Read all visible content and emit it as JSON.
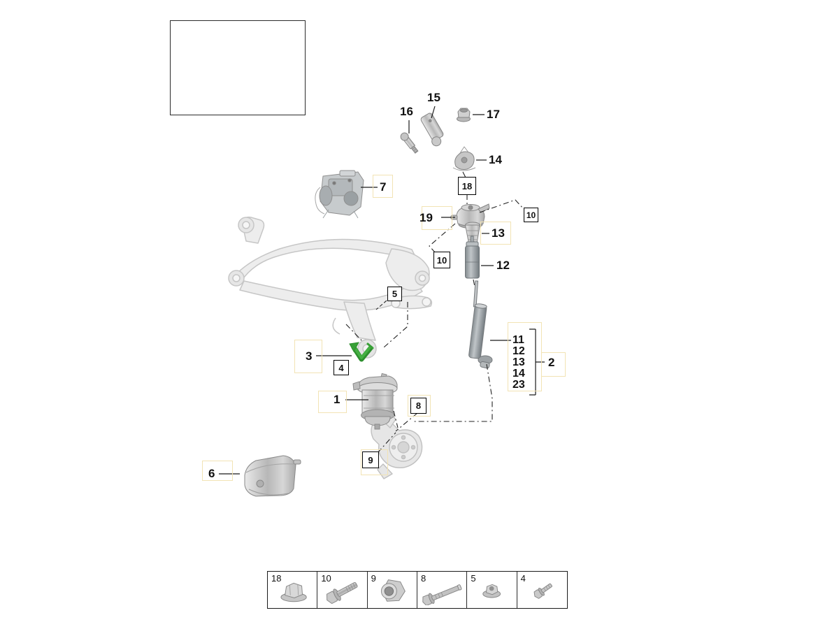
{
  "diagram": {
    "type": "exploded-parts-diagram",
    "subject": "rear air suspension / shock absorber assembly",
    "highlight_color": "#38a037"
  },
  "callouts": {
    "n1": "1",
    "n2": "2",
    "n3": "3",
    "n6": "6",
    "n7": "7",
    "n12": "12",
    "n13": "13",
    "n14": "14",
    "n15": "15",
    "n16": "16",
    "n17": "17",
    "n19": "19"
  },
  "boxed_callouts": {
    "b4": "4",
    "b5": "5",
    "b8": "8",
    "b9": "9",
    "b10": "10",
    "b18": "18"
  },
  "group2": {
    "label": "2",
    "items": [
      "11",
      "12",
      "13",
      "14",
      "23"
    ]
  },
  "fastener_table": {
    "cells": [
      {
        "num": "18",
        "icon": "flange-nut-icon"
      },
      {
        "num": "10",
        "icon": "hex-flange-bolt-icon"
      },
      {
        "num": "9",
        "icon": "collar-nut-icon"
      },
      {
        "num": "8",
        "icon": "long-hex-bolt-icon"
      },
      {
        "num": "5",
        "icon": "flange-nut-small-icon"
      },
      {
        "num": "4",
        "icon": "small-hex-bolt-icon"
      }
    ]
  }
}
